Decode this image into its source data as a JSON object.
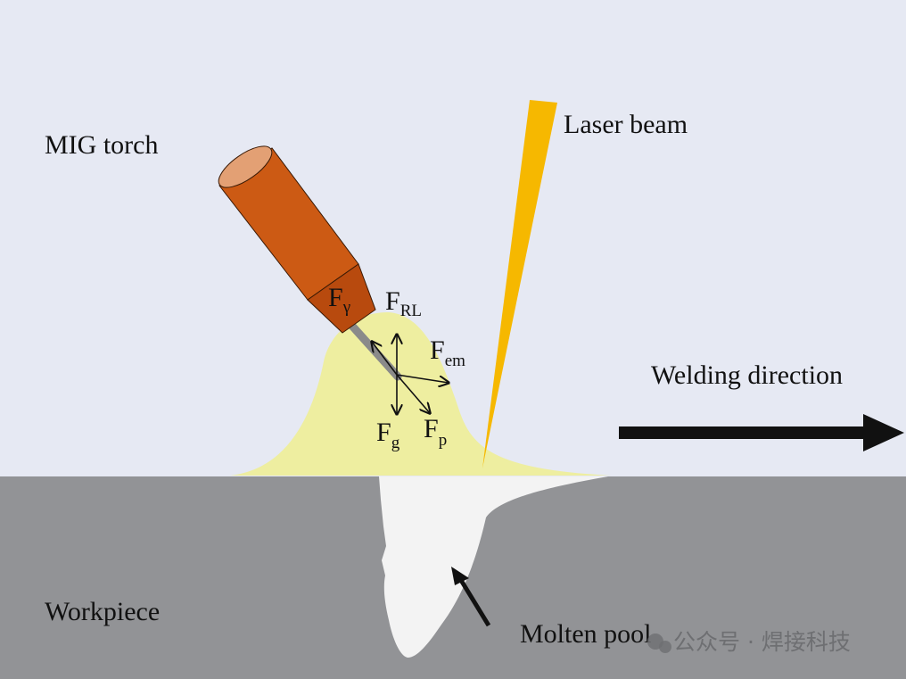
{
  "labels": {
    "mig_torch": "MIG torch",
    "laser_beam": "Laser beam",
    "welding_direction": "Welding direction",
    "workpiece": "Workpiece",
    "molten_pool": "Molten pool"
  },
  "forces": {
    "gamma": {
      "main": "F",
      "sub": "γ"
    },
    "rl": {
      "main": "F",
      "sub": "RL"
    },
    "em": {
      "main": "F",
      "sub": "em"
    },
    "g": {
      "main": "F",
      "sub": "g"
    },
    "p": {
      "main": "F",
      "sub": "p"
    }
  },
  "watermark": "公众号 · 焊接科技",
  "colors": {
    "background": "#e6e9f3",
    "workpiece": "#929396",
    "torch": "#cc5a14",
    "mound": "#eeeea0",
    "laser": "#f6b800",
    "pool": "#f3f3f3"
  }
}
